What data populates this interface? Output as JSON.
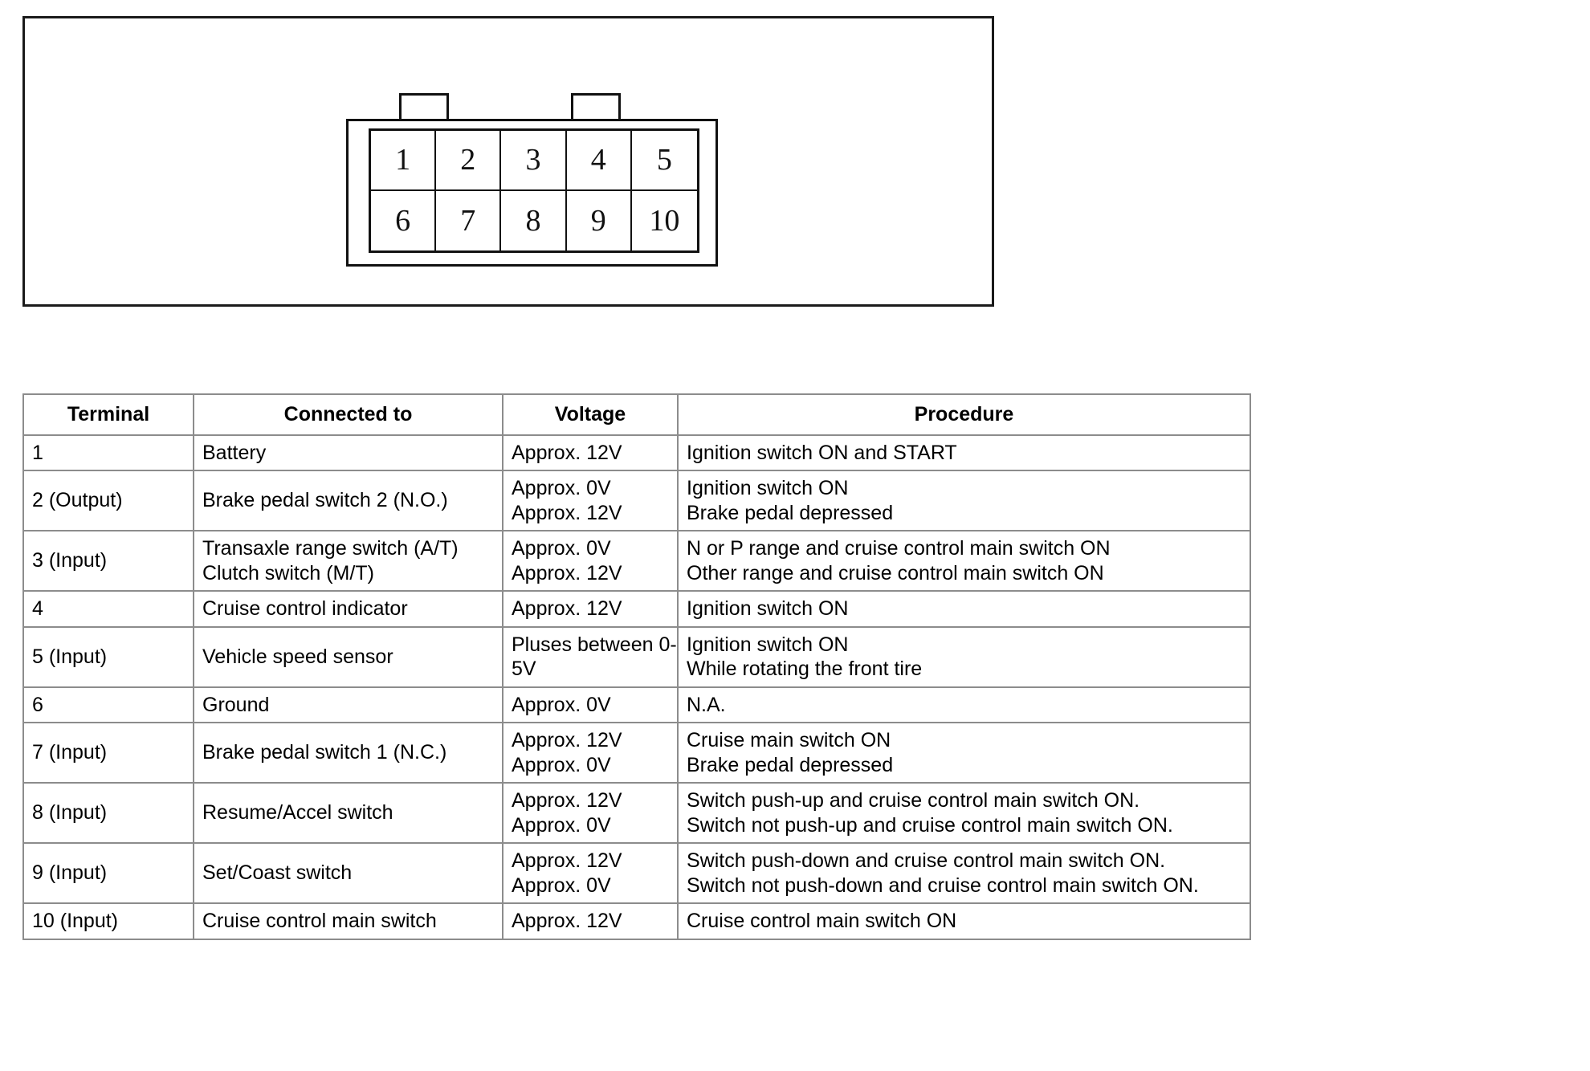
{
  "connector_diagram": {
    "name": "cruise-control-10-pin-connector",
    "latch_count": 2,
    "rows": [
      [
        "1",
        "2",
        "3",
        "4",
        "5"
      ],
      [
        "6",
        "7",
        "8",
        "9",
        "10"
      ]
    ]
  },
  "table": {
    "headers": [
      "Terminal",
      "Connected to",
      "Voltage",
      "Procedure"
    ],
    "rows": [
      {
        "terminal": "1",
        "connected_to": [
          "Battery"
        ],
        "voltage": [
          "Approx. 12V"
        ],
        "procedure": [
          "Ignition switch ON and START"
        ]
      },
      {
        "terminal": "2 (Output)",
        "connected_to": [
          "Brake pedal switch 2 (N.O.)"
        ],
        "voltage": [
          "Approx. 0V",
          "Approx. 12V"
        ],
        "procedure": [
          "Ignition switch ON",
          "Brake pedal depressed"
        ]
      },
      {
        "terminal": "3 (Input)",
        "connected_to": [
          "Transaxle range switch (A/T)",
          "Clutch switch (M/T)"
        ],
        "voltage": [
          "Approx. 0V",
          "Approx. 12V"
        ],
        "procedure": [
          "N or P range and cruise control main switch ON",
          "Other range and cruise control main switch ON"
        ]
      },
      {
        "terminal": "4",
        "connected_to": [
          "Cruise control indicator"
        ],
        "voltage": [
          "Approx. 12V"
        ],
        "procedure": [
          "Ignition switch ON"
        ]
      },
      {
        "terminal": "5 (Input)",
        "connected_to": [
          "Vehicle speed sensor"
        ],
        "voltage": [
          "Pluses between 0-",
          "5V"
        ],
        "procedure": [
          "Ignition switch ON",
          "While rotating the front tire"
        ]
      },
      {
        "terminal": "6",
        "connected_to": [
          "Ground"
        ],
        "voltage": [
          "Approx. 0V"
        ],
        "procedure": [
          "N.A."
        ]
      },
      {
        "terminal": "7 (Input)",
        "connected_to": [
          "Brake pedal switch 1 (N.C.)"
        ],
        "voltage": [
          "Approx. 12V",
          "Approx. 0V"
        ],
        "procedure": [
          "Cruise main switch ON",
          "Brake pedal depressed"
        ]
      },
      {
        "terminal": "8 (Input)",
        "connected_to": [
          "Resume/Accel switch"
        ],
        "voltage": [
          "Approx. 12V",
          "Approx. 0V"
        ],
        "procedure": [
          "Switch push-up and cruise control main switch ON.",
          "Switch not push-up and cruise control main switch ON."
        ]
      },
      {
        "terminal": "9 (Input)",
        "connected_to": [
          "Set/Coast switch"
        ],
        "voltage": [
          "Approx. 12V",
          "Approx. 0V"
        ],
        "procedure": [
          "Switch push-down and cruise control main switch ON.",
          "Switch not push-down and cruise control main switch ON."
        ]
      },
      {
        "terminal": "10 (Input)",
        "connected_to": [
          "Cruise control main switch"
        ],
        "voltage": [
          "Approx. 12V"
        ],
        "procedure": [
          "Cruise control main switch ON"
        ]
      }
    ]
  }
}
